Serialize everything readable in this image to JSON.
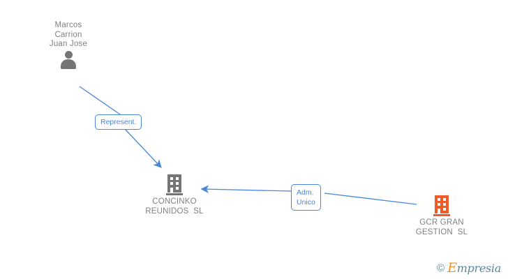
{
  "diagram": {
    "type": "org-relationship-graph",
    "background": "#ffffff",
    "accent_blue": "#4a86d8",
    "node_gray": "#757575",
    "node_orange": "#f05a28",
    "label_gray": "#808080"
  },
  "nodes": [
    {
      "id": "person",
      "icon": "person-icon",
      "label_lines": [
        "Marcos",
        "Carrion",
        "Juan Jose"
      ],
      "label_position": "above",
      "color": "#757575"
    },
    {
      "id": "concinko",
      "icon": "building-icon",
      "label_lines": [
        "CONCINKO",
        "REUNIDOS  SL"
      ],
      "label_position": "below",
      "color": "#757575"
    },
    {
      "id": "gcr",
      "icon": "building-icon",
      "label_lines": [
        "GCR GRAN",
        "GESTION  SL"
      ],
      "label_position": "below",
      "color": "#f05a28"
    }
  ],
  "edges": [
    {
      "id": "represent",
      "from": "person",
      "to": "concinko",
      "label_lines": [
        "Represent."
      ],
      "color": "#4a86d8"
    },
    {
      "id": "adm-unico",
      "from": "gcr",
      "to": "concinko",
      "label_lines": [
        "Adm.",
        "Unico"
      ],
      "color": "#4a86d8"
    }
  ],
  "watermark": {
    "copyright": "©",
    "brand_initial": "E",
    "brand_rest": "mpresia"
  }
}
